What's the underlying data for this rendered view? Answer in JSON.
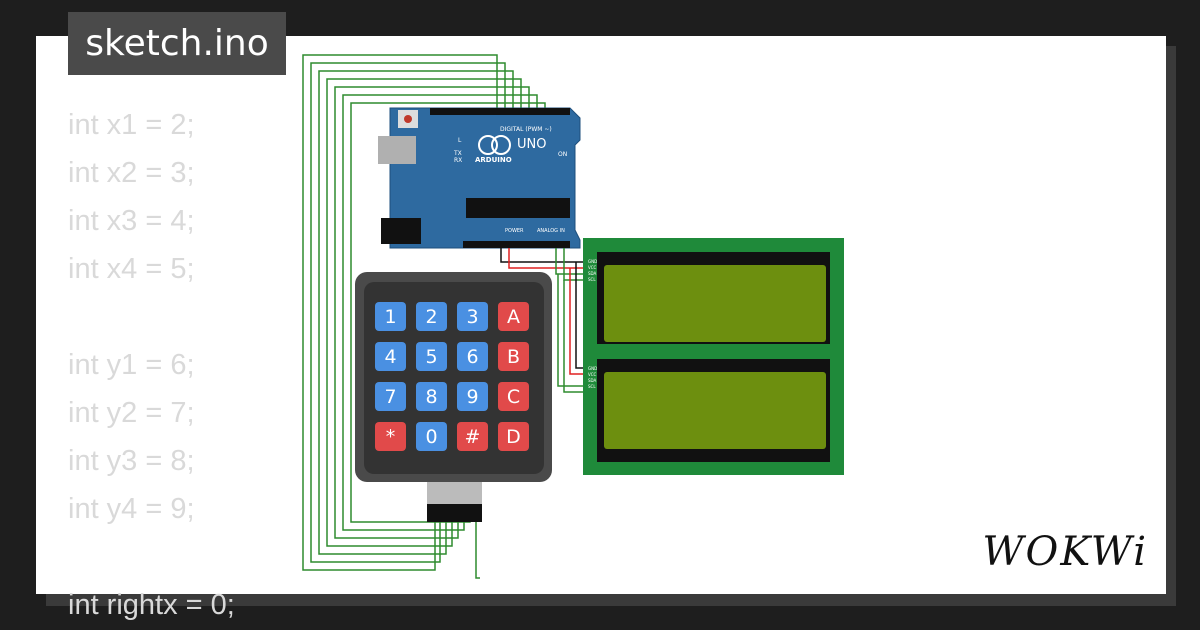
{
  "file": {
    "name": "sketch.ino"
  },
  "code_lines": [
    "int x1 = 2;",
    "int x2 = 3;",
    "int x3 = 4;",
    "int x4 = 5;",
    "",
    "int y1 = 6;",
    "int y2 = 7;",
    "int y3 = 8;",
    "int y4 = 9;",
    "",
    "int rightx = 0;"
  ],
  "board": {
    "model": "UNO",
    "brand": "ARDUINO",
    "header_digital": "DIGITAL (PWM ~)",
    "header_analog": "ANALOG IN",
    "header_power": "POWER",
    "led_on": "ON",
    "led_l": "L",
    "led_tx": "TX",
    "led_rx": "RX"
  },
  "keypad": {
    "keys": [
      "1",
      "2",
      "3",
      "A",
      "4",
      "5",
      "6",
      "B",
      "7",
      "8",
      "9",
      "C",
      "*",
      "0",
      "#",
      "D"
    ]
  },
  "lcd": {
    "pins": [
      "GND",
      "VCC",
      "SDA",
      "SCL"
    ]
  },
  "brand": {
    "logo": "WOKWi"
  },
  "colors": {
    "wire_green": "#2e8b2e",
    "wire_red": "#e02020",
    "board_blue": "#2e6aa0",
    "lcd_green": "#1f8a3a",
    "key_blue": "#4a90e2",
    "key_red": "#e14a4a"
  }
}
